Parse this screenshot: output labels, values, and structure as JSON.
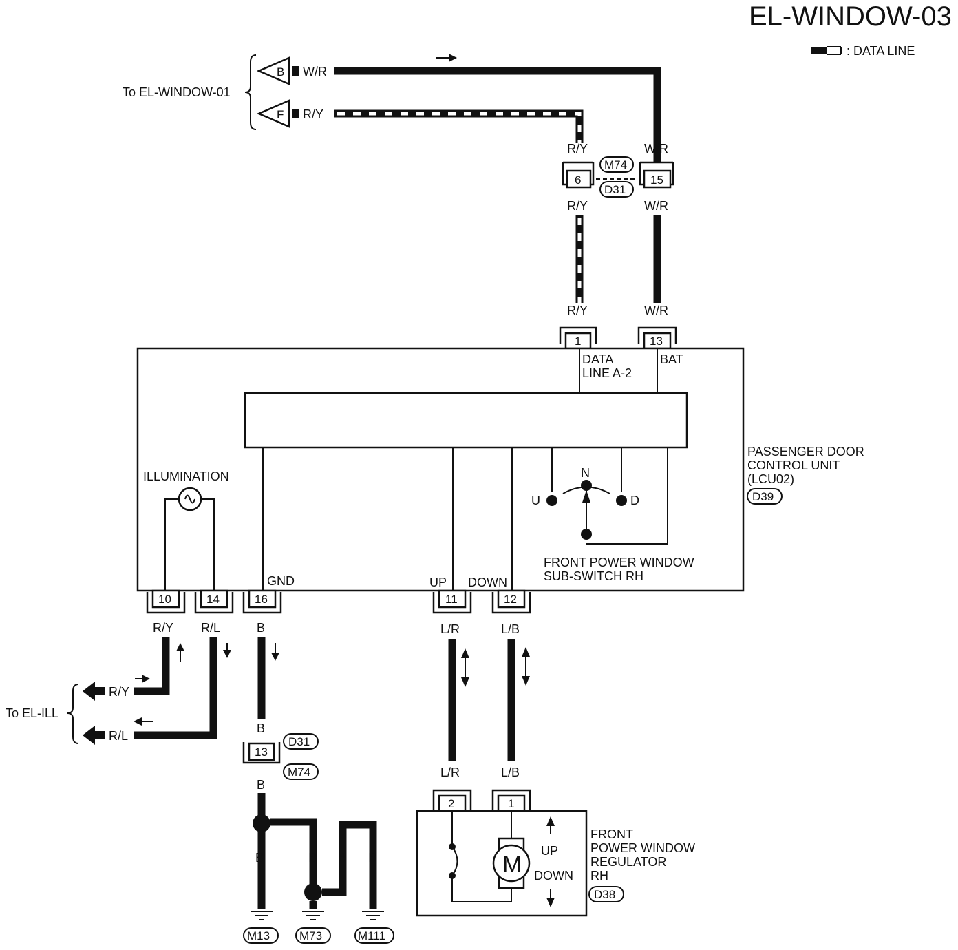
{
  "title": "EL-WINDOW-03",
  "legend": {
    "text": ": DATA LINE"
  },
  "refs": {
    "to_el_window_01": "To EL-WINDOW-01",
    "to_el_ill": "To EL-ILL"
  },
  "top_connectors": {
    "b": {
      "letter": "B",
      "wire": "W/R"
    },
    "f": {
      "letter": "F",
      "wire": "R/Y"
    }
  },
  "wires": {
    "ry": "R/Y",
    "wr": "W/R",
    "rl": "R/L",
    "b": "B",
    "lr": "L/R",
    "lb": "L/B"
  },
  "connectors": {
    "m74": "M74",
    "d31": "D31",
    "d39": "D39",
    "d38": "D38",
    "m13": "M13",
    "m73": "M73",
    "m111": "M111"
  },
  "pins": {
    "p6": "6",
    "p15": "15",
    "p1": "1",
    "p13": "13",
    "p10": "10",
    "p14": "14",
    "p16": "16",
    "p11": "11",
    "p12": "12",
    "p13b": "13",
    "p2": "2",
    "p1b": "1"
  },
  "unit": {
    "line1": "PASSENGER DOOR",
    "line2": "CONTROL UNIT",
    "line3": "(LCU02)",
    "data_line_1": "DATA",
    "data_line_2": "LINE A-2",
    "bat": "BAT",
    "illumination": "ILLUMINATION",
    "gnd": "GND",
    "up": "UP",
    "down": "DOWN",
    "switch_n": "N",
    "switch_u": "U",
    "switch_d": "D",
    "switch_name_1": "FRONT POWER WINDOW",
    "switch_name_2": "SUB-SWITCH RH"
  },
  "regulator": {
    "line1": "FRONT",
    "line2": "POWER WINDOW",
    "line3": "REGULATOR",
    "line4": "RH",
    "motor": "M",
    "up": "UP",
    "down": "DOWN"
  }
}
